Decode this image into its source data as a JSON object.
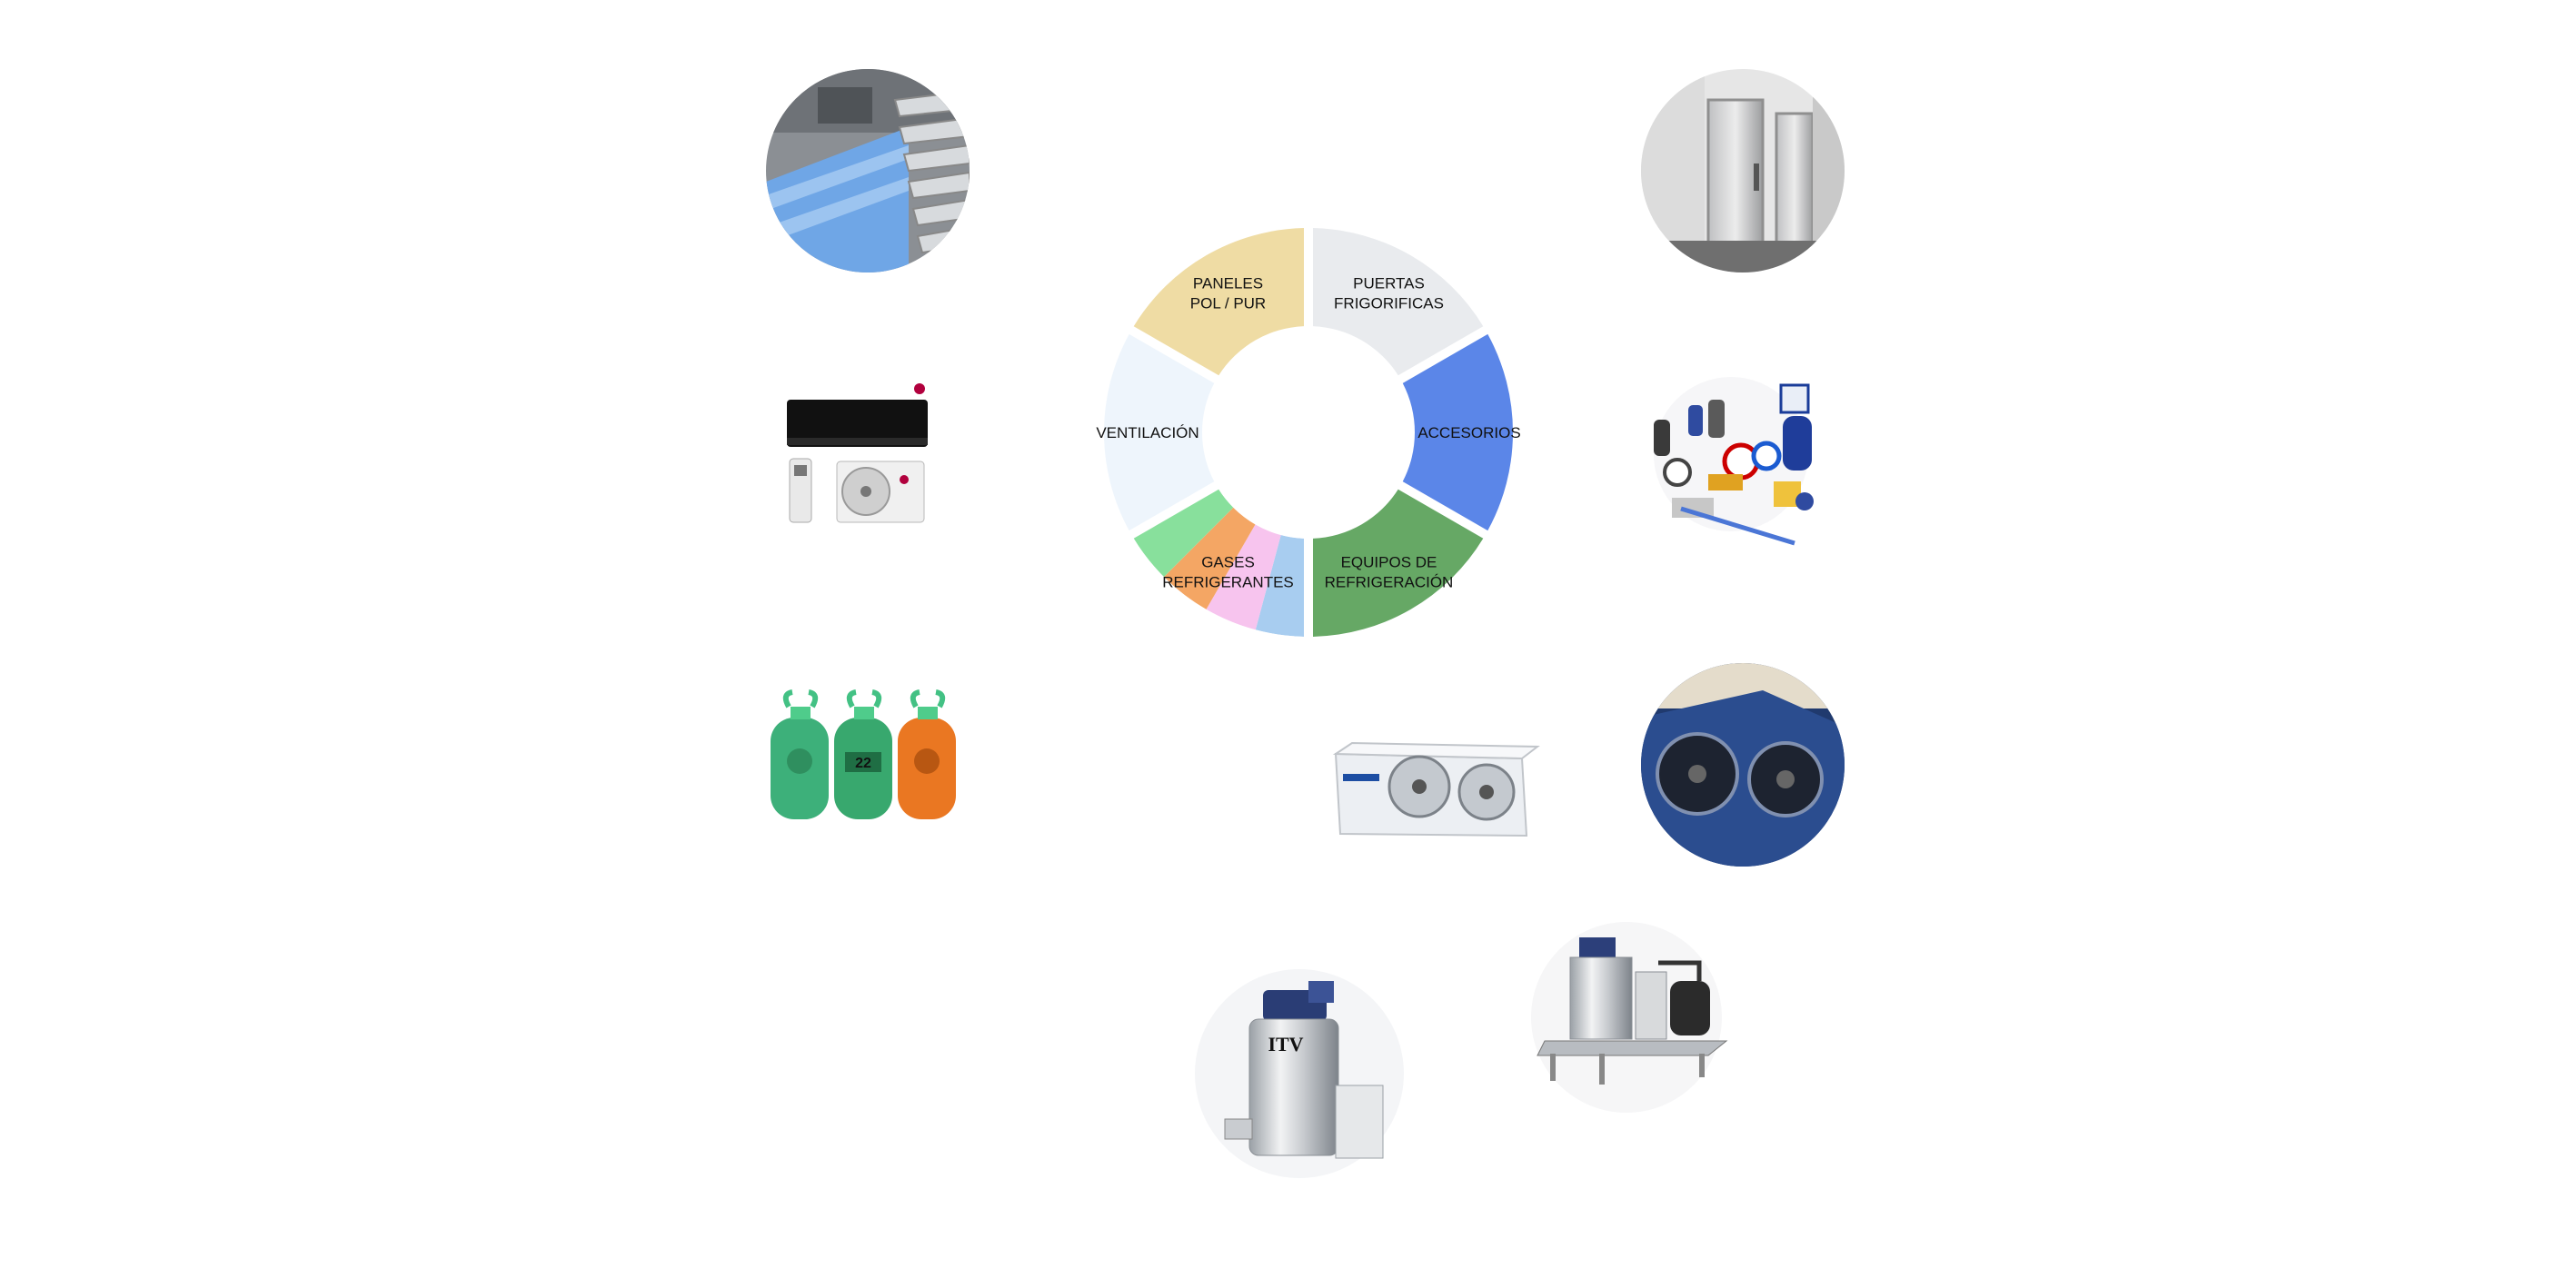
{
  "segments": [
    {
      "id": "puertas",
      "lines": [
        "PUERTAS",
        "FRIGORIFICAS"
      ],
      "color": "#e9ebee"
    },
    {
      "id": "accesorios",
      "lines": [
        "ACCESORIOS"
      ],
      "color": "#5b86e8"
    },
    {
      "id": "equipos",
      "lines": [
        "EQUIPOS DE",
        "REFRIGERACIÓN"
      ],
      "color": "#66a865"
    },
    {
      "id": "gases",
      "lines": [
        "GASES",
        "REFRIGERANTES"
      ],
      "colors": [
        "#a8cdf0",
        "#f7c4ee",
        "#f4a664",
        "#88e09c"
      ]
    },
    {
      "id": "ventilacion",
      "lines": [
        "VENTILACIÓN"
      ],
      "color": "#eef5fc"
    },
    {
      "id": "paneles",
      "lines": [
        "PANELES",
        "POL / PUR"
      ],
      "color": "#efdca4"
    }
  ],
  "photos": [
    {
      "id": "paneles-photo",
      "icon": "panels-photo"
    },
    {
      "id": "puertas-photo",
      "icon": "cold-room-door-photo"
    },
    {
      "id": "aire-photo",
      "icon": "air-conditioner-photo"
    },
    {
      "id": "accesorios-photo",
      "icon": "refrigeration-accessories-photo"
    },
    {
      "id": "gases-photo",
      "icon": "refrigerant-cylinders-photo"
    },
    {
      "id": "evaporador-photo",
      "icon": "evaporator-unit-photo"
    },
    {
      "id": "condensadora-photo",
      "icon": "condensing-unit-photo"
    },
    {
      "id": "hielo-photo",
      "icon": "ice-machine-photo"
    },
    {
      "id": "hielo-skid-photo",
      "icon": "ice-machine-skid-photo"
    }
  ],
  "brand": {
    "ice_machine_label": "ITV"
  }
}
